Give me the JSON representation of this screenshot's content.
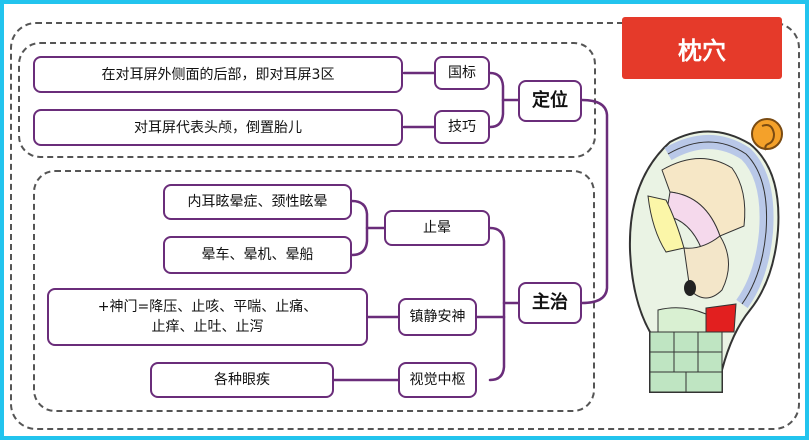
{
  "title": "枕穴",
  "location": {
    "label": "定位",
    "items": [
      {
        "category": "国标",
        "text": "在对耳屏外侧面的后部，即对耳屏3区"
      },
      {
        "category": "技巧",
        "text": "对耳屏代表头颅，倒置胎儿"
      }
    ]
  },
  "indications": {
    "label": "主治",
    "groups": [
      {
        "category": "止晕",
        "texts": [
          "内耳眩晕症、颈性眩晕",
          "晕车、晕机、晕船"
        ]
      },
      {
        "category": "镇静安神",
        "texts": [
          "+神门=降压、止咳、平喘、止痛、\n止痒、止吐、止泻"
        ]
      },
      {
        "category": "视觉中枢",
        "texts": [
          "各种眼疾"
        ]
      }
    ]
  },
  "colors": {
    "frame": "#22c4ee",
    "node_border": "#6a2d7a",
    "title_bg": "#e53a2a"
  }
}
